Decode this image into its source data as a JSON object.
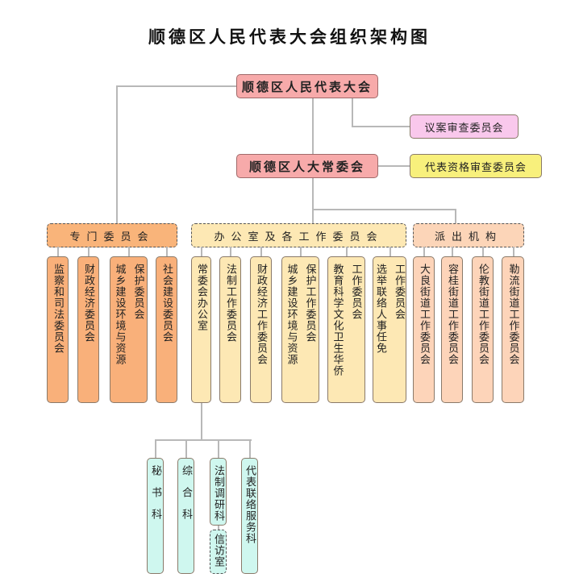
{
  "title": "顺德区人民代表大会组织架构图",
  "top": "顺德区人民代表大会",
  "motion": "议案审查委员会",
  "standing": "顺德区人大常委会",
  "credentials": "代表资格审查委员会",
  "groups": {
    "special": "专门委员会",
    "office": "办公室及各工作委员会",
    "dispatched": "派出机构"
  },
  "colors": {
    "top": "#f7aaaa",
    "motion": "#f9c8ec",
    "credentials": "#f8f07c",
    "special": "#f9b47a",
    "office": "#fde8b4",
    "dispatched": "#fcd5b8",
    "sub": "#cff7ef"
  },
  "special": [
    [
      "监察和司法委员会"
    ],
    [
      "财政经济委员会"
    ],
    [
      "城乡建设环境与资源",
      "保护委员会"
    ],
    [
      "社会建设委员会"
    ]
  ],
  "office": [
    [
      "常委会办公室"
    ],
    [
      "法制工作委员会"
    ],
    [
      "财政经济工作委员会"
    ],
    [
      "城乡建设环境与资源",
      "保护工作委员会"
    ],
    [
      "教育科学文化卫生华侨",
      "工作委员会"
    ],
    [
      "选举联络人事任免",
      "工作委员会"
    ]
  ],
  "dispatched": [
    [
      "大良街道工作委员会"
    ],
    [
      "容桂街道工作委员会"
    ],
    [
      "伦教街道工作委员会"
    ],
    [
      "勒流街道工作委员会"
    ]
  ],
  "sub": [
    [
      "秘书科"
    ],
    [
      "综合科"
    ],
    [
      "法制调研科"
    ],
    [
      "代表联络服务科"
    ]
  ],
  "petition": "信访室"
}
